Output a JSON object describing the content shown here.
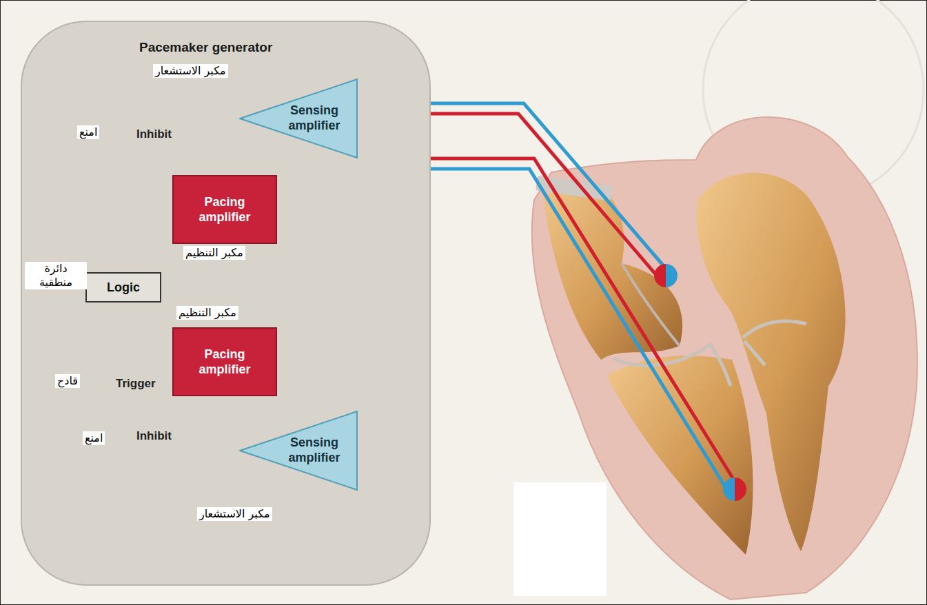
{
  "diagram": {
    "nodes": [
      {
        "text": [
          "Pacemaker generator"
        ]
      },
      {
        "text": [
          "Sensing amplifier"
        ],
        "in": 0
      },
      {
        "text": [
          "Pacing amplifier"
        ],
        "in": 0
      },
      {
        "text": [
          "Logic"
        ],
        "in": 0
      },
      {
        "text": [
          "Pacing amplifier"
        ],
        "in": 0
      },
      {
        "text": [
          "Sensing amplifier"
        ],
        "in": 0
      }
    ],
    "edges": [
      {
        "from": 1,
        "to": 2,
        "arrow": "to",
        "label": "Inhibit"
      },
      {
        "from": 3,
        "to": 2,
        "arrow": "none"
      },
      {
        "from": 3,
        "to": 4,
        "arrow": "to",
        "label": "Trigger"
      },
      {
        "from": 5,
        "to": 4,
        "arrow": "to",
        "label": "Inhibit"
      }
    ],
    "labels": [
      "مكبر الاستشعار",
      "امنع",
      "مكبر التنظيم",
      "دائرة منطقية",
      "مكبر التنظيم",
      "قادح",
      "امنع",
      "مكبر الاستشعار"
    ]
  }
}
